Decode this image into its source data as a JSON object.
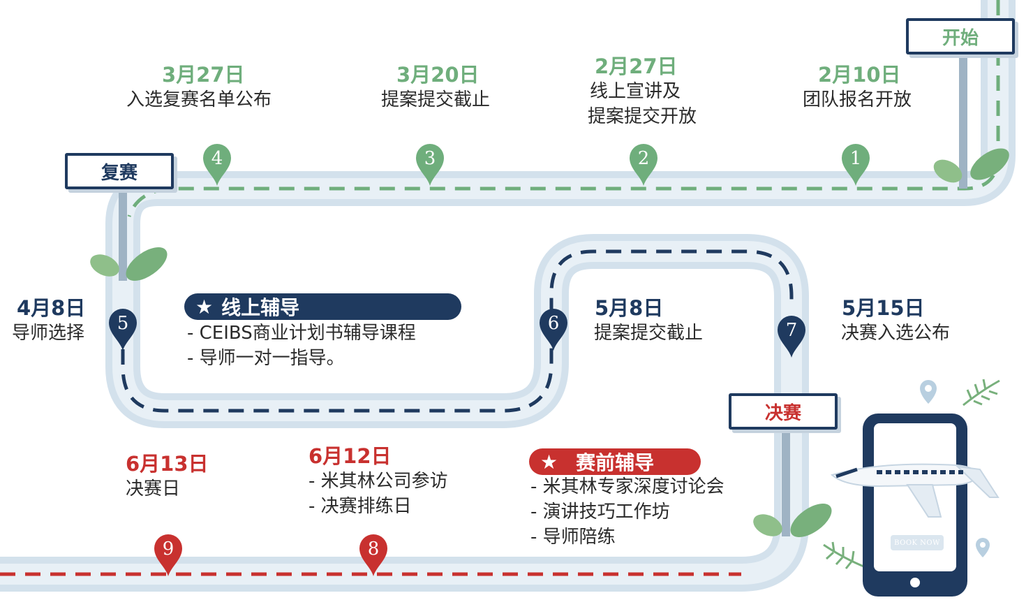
{
  "signs": {
    "start": "开始",
    "semifinal": "复赛",
    "final": "决赛"
  },
  "milestones": [
    {
      "num": "1",
      "date": "2月10日",
      "lines": [
        "团队报名开放"
      ]
    },
    {
      "num": "2",
      "date": "2月27日",
      "lines": [
        "线上宣讲及",
        "提案提交开放"
      ]
    },
    {
      "num": "3",
      "date": "3月20日",
      "lines": [
        "提案提交截止"
      ]
    },
    {
      "num": "4",
      "date": "3月27日",
      "lines": [
        "入选复赛名单公布"
      ]
    },
    {
      "num": "5",
      "date": "4月8日",
      "lines": [
        "导师选择"
      ]
    },
    {
      "num": "6",
      "date": "5月8日",
      "lines": [
        "提案提交截止"
      ]
    },
    {
      "num": "7",
      "date": "5月15日",
      "lines": [
        "决赛入选公布"
      ]
    },
    {
      "num": "8",
      "date": "6月12日",
      "lines": [
        "- 米其林公司参访",
        "- 决赛排练日"
      ]
    },
    {
      "num": "9",
      "date": "6月13日",
      "lines": [
        "决赛日"
      ]
    }
  ],
  "online_coaching": {
    "title": "线上辅导",
    "items": [
      "- CEIBS商业计划书辅导课程",
      "- 导师一对一指导。"
    ]
  },
  "prefinal_coaching": {
    "title": "赛前辅导",
    "items": [
      "- 米其林专家深度讨论会",
      "- 演讲技巧工作坊",
      "- 导师陪练"
    ]
  },
  "phone": {
    "button": "BOOK NOW"
  },
  "colors": {
    "green": "#6fae7c",
    "navy": "#1f3a5f",
    "red": "#c8312f",
    "road": "#d3e1ec"
  },
  "icons": [
    "star-icon",
    "location-pin-icon",
    "leaf-icon",
    "airplane-icon",
    "smartphone-icon"
  ]
}
